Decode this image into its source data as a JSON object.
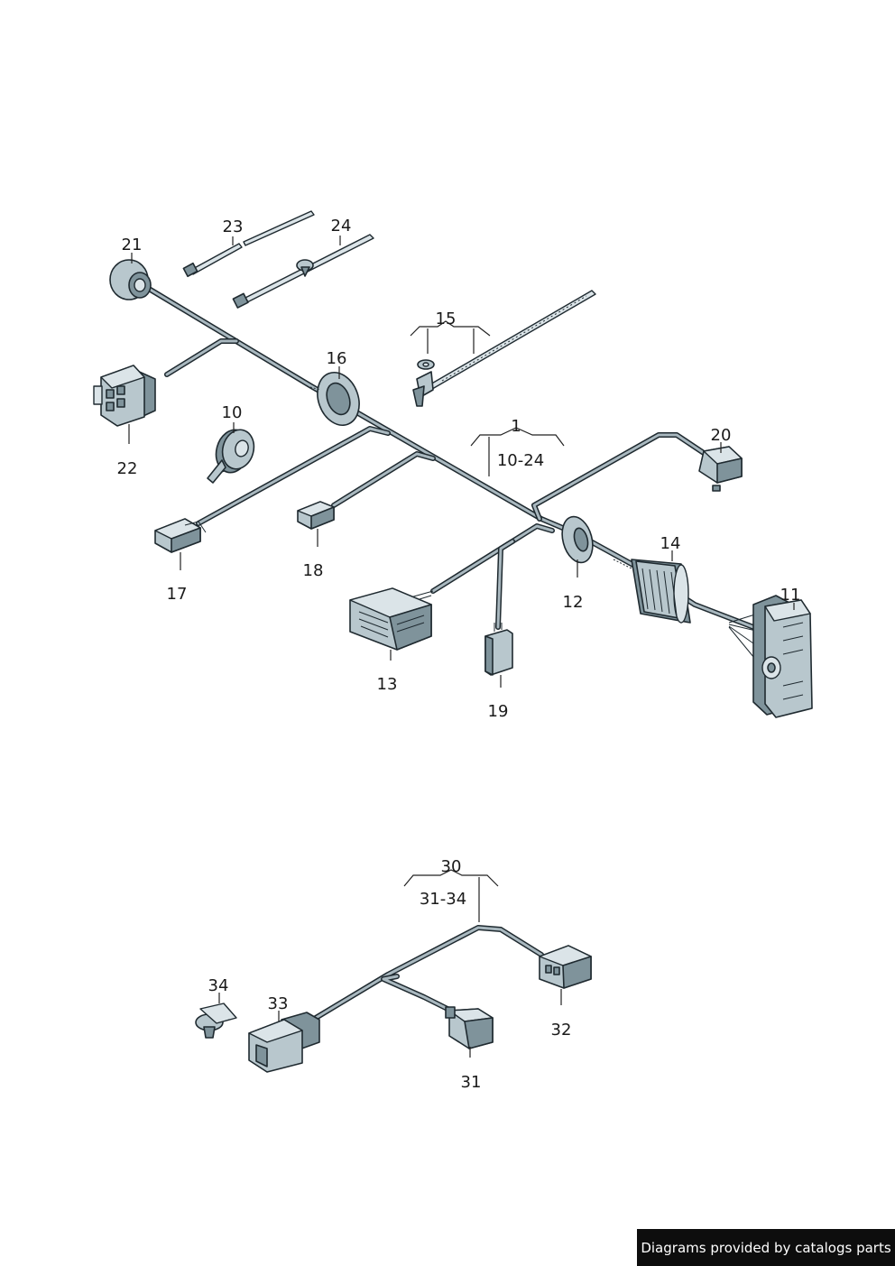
{
  "labels": {
    "p1": "1",
    "p1_range": "10-24",
    "p10": "10",
    "p11": "11",
    "p12": "12",
    "p13": "13",
    "p14": "14",
    "p15": "15",
    "p16": "16",
    "p17": "17",
    "p18": "18",
    "p19": "19",
    "p20": "20",
    "p21": "21",
    "p22": "22",
    "p23": "23",
    "p24": "24",
    "p30": "30",
    "p30_range": "31-34",
    "p31": "31",
    "p32": "32",
    "p33": "33",
    "p34": "34"
  },
  "credit": "Diagrams provided by catalogs parts",
  "colors": {
    "wire_outline": "#1f2a30",
    "part_fill": "#b8c7cd",
    "part_dark": "#7f939b",
    "credit_bg": "#0d0d0d"
  }
}
